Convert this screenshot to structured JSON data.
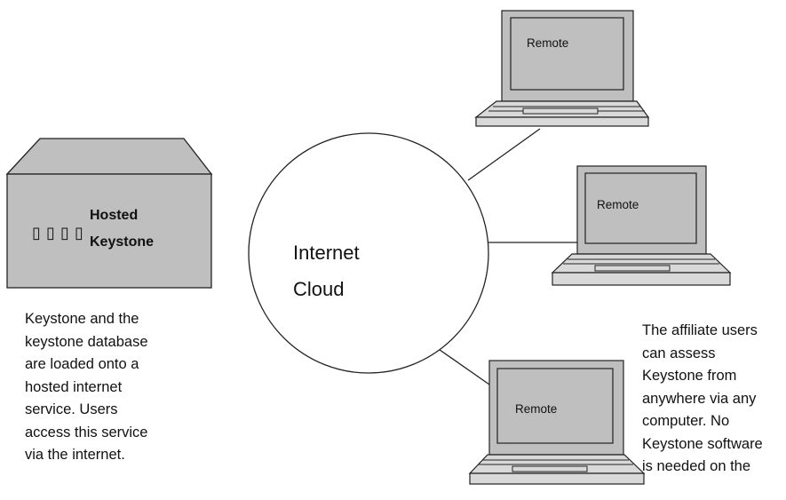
{
  "server": {
    "label_line1": "Hosted",
    "label_line2": "Keystone",
    "indicator_glyph": "▯",
    "fill_color": "#bfbfbf",
    "stroke_color": "#222222"
  },
  "cloud": {
    "label_line1": "Internet",
    "label_line2": "Cloud"
  },
  "remotes": [
    {
      "label": "Remote"
    },
    {
      "label": "Remote"
    },
    {
      "label": "Remote"
    }
  ],
  "laptop_colors": {
    "screen": "#bfbfbf",
    "body": "#d9d9d9",
    "stroke": "#222222"
  },
  "left_caption": {
    "lines": [
      "Keystone and the",
      "keystone database",
      "are loaded onto a",
      "hosted internet",
      "service. Users",
      "access this service",
      "via the internet."
    ]
  },
  "right_caption": {
    "lines": [
      "The affiliate users",
      "can assess",
      "Keystone from",
      "anywhere via any",
      "computer. No",
      "Keystone software",
      "is needed on the"
    ]
  }
}
